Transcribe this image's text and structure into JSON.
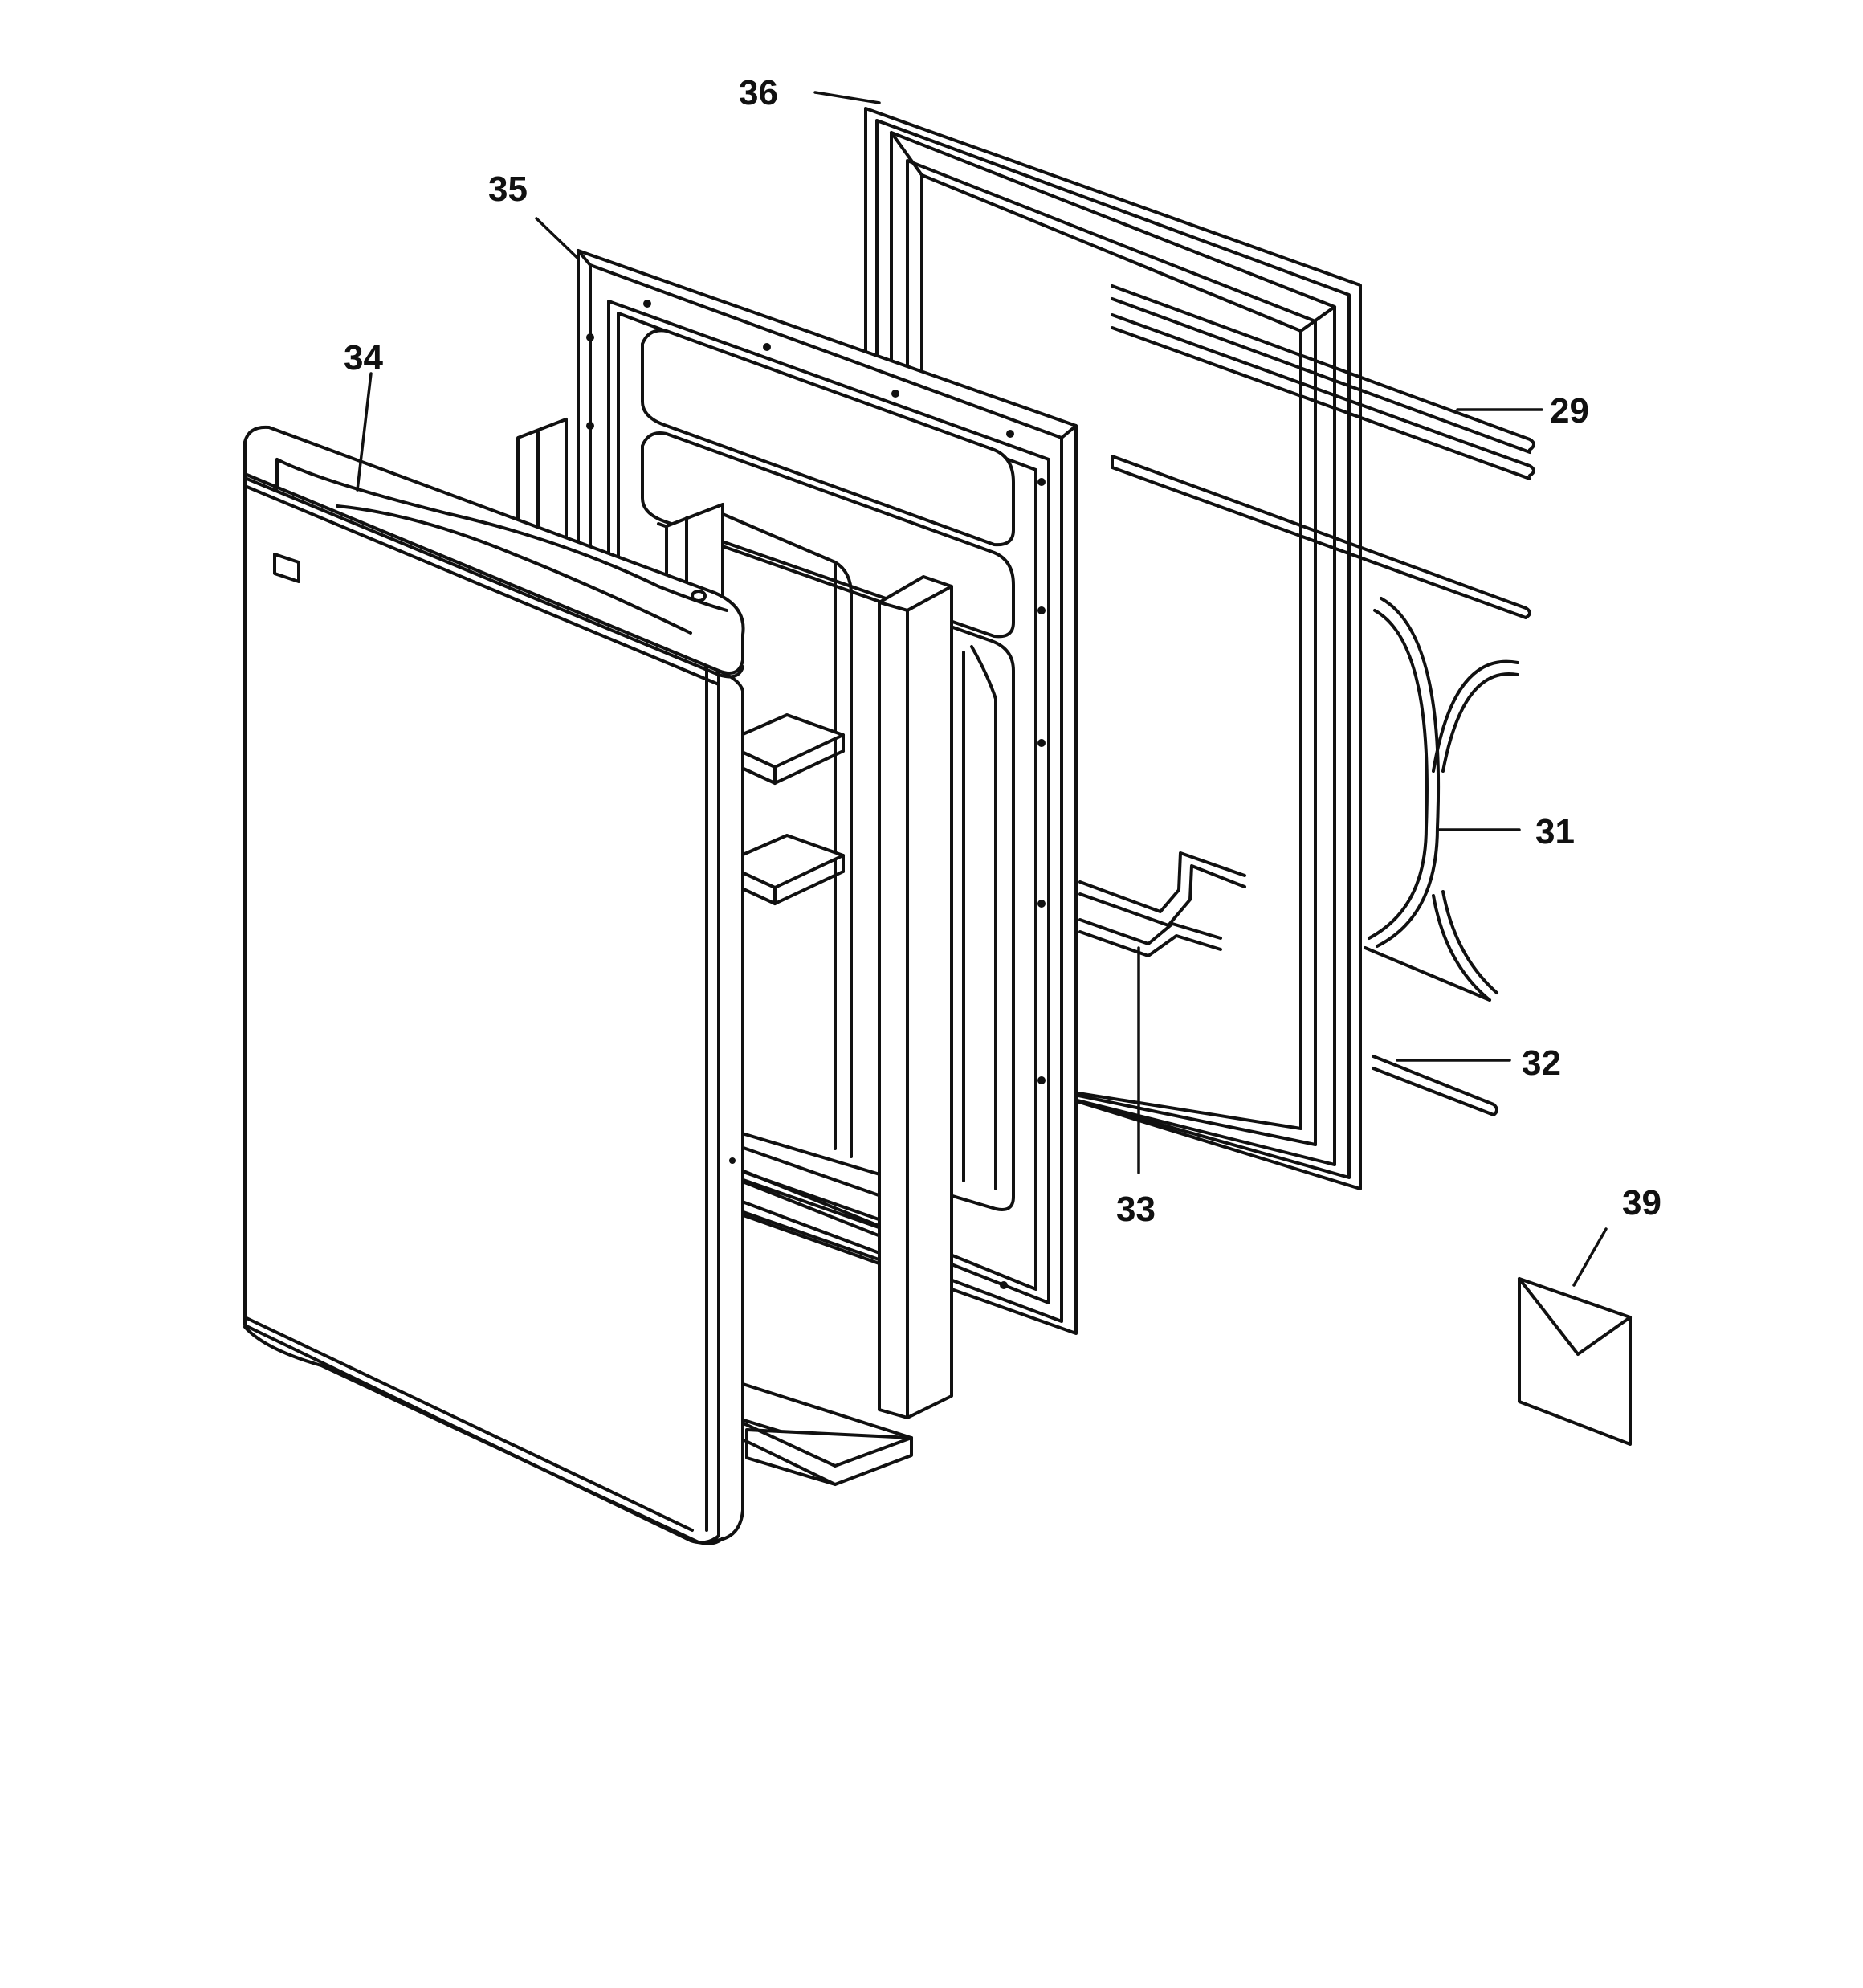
{
  "callouts": [
    {
      "id": "29",
      "label": "29"
    },
    {
      "id": "31",
      "label": "31"
    },
    {
      "id": "32",
      "label": "32"
    },
    {
      "id": "33",
      "label": "33"
    },
    {
      "id": "34",
      "label": "34"
    },
    {
      "id": "35",
      "label": "35"
    },
    {
      "id": "36",
      "label": "36"
    },
    {
      "id": "39",
      "label": "39"
    }
  ],
  "colors": {
    "line": "#111111",
    "background": "#ffffff"
  }
}
